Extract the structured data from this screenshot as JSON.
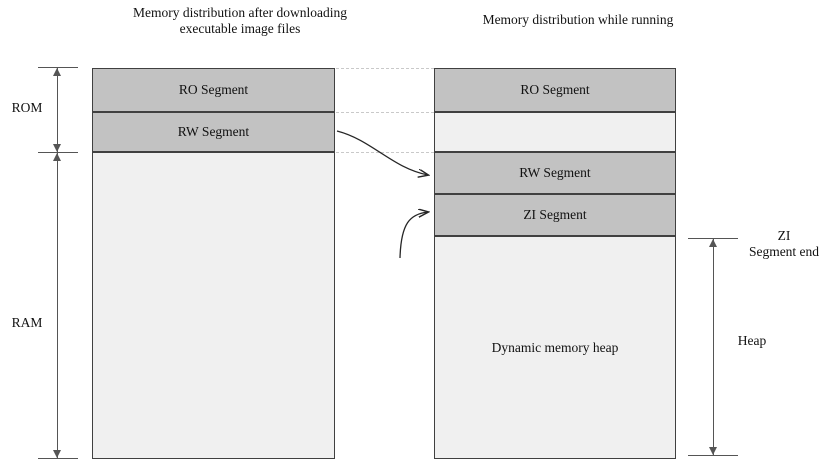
{
  "diagram": {
    "titles": {
      "left": "Memory distribution after downloading executable image files",
      "right": "Memory distribution while running"
    },
    "left_column": {
      "segments": [
        {
          "id": "ro",
          "label": "RO Segment",
          "fill": "#c2c2c2"
        },
        {
          "id": "rw",
          "label": "RW Segment",
          "fill": "#c2c2c2"
        },
        {
          "id": "free",
          "label": "",
          "fill": "#f0f0f0"
        }
      ]
    },
    "right_column": {
      "segments": [
        {
          "id": "ro",
          "label": "RO Segment",
          "fill": "#c2c2c2"
        },
        {
          "id": "gap",
          "label": "",
          "fill": "#f0f0f0"
        },
        {
          "id": "rw",
          "label": "RW Segment",
          "fill": "#c2c2c2"
        },
        {
          "id": "zi",
          "label": "ZI Segment",
          "fill": "#c2c2c2"
        },
        {
          "id": "heap",
          "label": "Dynamic memory heap",
          "fill": "#f0f0f0"
        }
      ]
    },
    "left_brackets": [
      {
        "id": "rom",
        "label": "ROM"
      },
      {
        "id": "ram",
        "label": "RAM"
      }
    ],
    "right_brackets": [
      {
        "id": "zi-segment-end",
        "label": "ZI\nSegment end"
      },
      {
        "id": "heap",
        "label": "Heap"
      }
    ],
    "colors": {
      "segment_fill": "#c2c2c2",
      "empty_fill": "#f0f0f0",
      "border": "#404040",
      "bracket": "#555555",
      "dotted_connector": "#c9c9c9"
    }
  }
}
